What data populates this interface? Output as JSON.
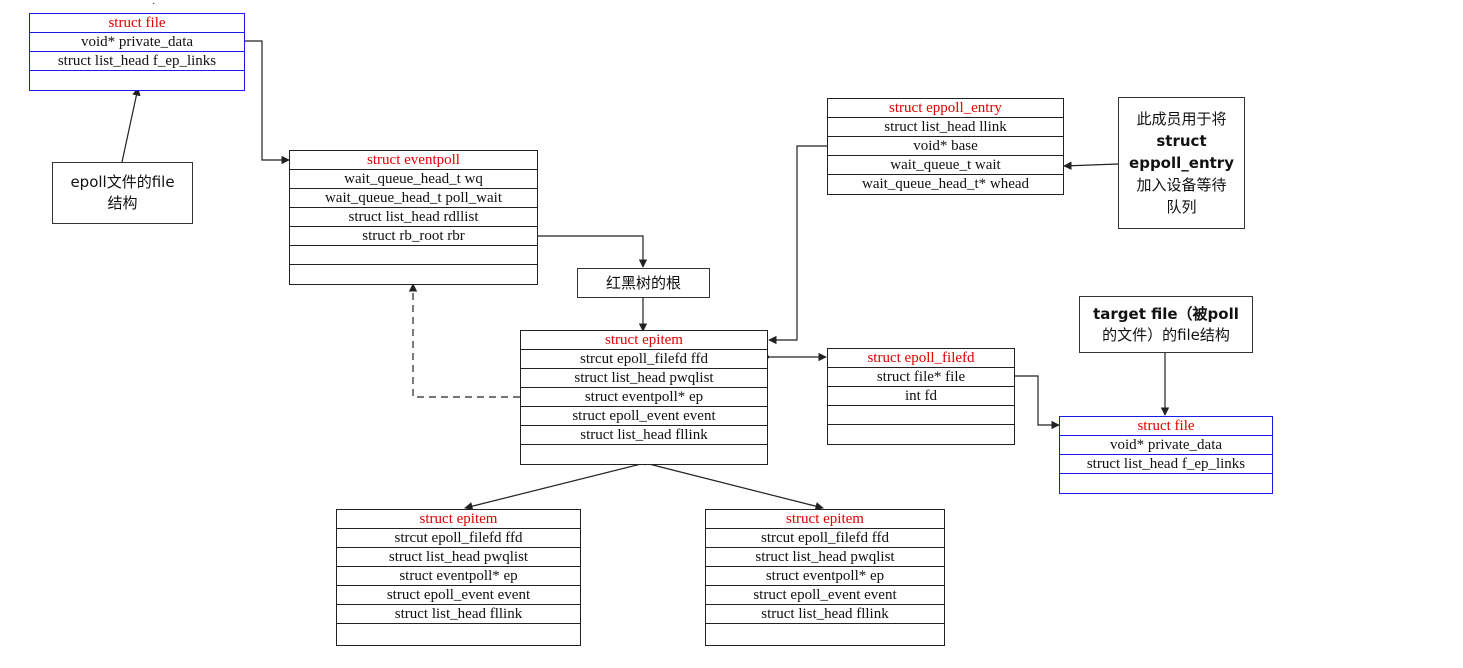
{
  "structs": {
    "file_top": {
      "rows": [
        "struct file",
        "void* private_data",
        "struct list_head f_ep_links",
        ""
      ]
    },
    "eventpoll": {
      "rows": [
        "struct eventpoll",
        "wait_queue_head_t wq",
        "wait_queue_head_t poll_wait",
        "struct list_head rdllist",
        "struct rb_root rbr",
        "",
        ""
      ]
    },
    "eppoll_entry": {
      "rows": [
        "struct eppoll_entry",
        "struct list_head llink",
        "void* base",
        "wait_queue_t wait",
        "wait_queue_head_t* whead"
      ]
    },
    "epitem_main": {
      "rows": [
        "struct epitem",
        "strcut epoll_filefd ffd",
        "struct list_head pwqlist",
        "struct eventpoll* ep",
        "struct epoll_event event",
        "struct list_head fllink",
        ""
      ]
    },
    "epoll_filefd": {
      "rows": [
        "struct epoll_filefd",
        "struct file* file",
        "int fd",
        "",
        ""
      ]
    },
    "file_target": {
      "rows": [
        "struct file",
        "void* private_data",
        "struct list_head f_ep_links",
        ""
      ]
    },
    "epitem_left": {
      "rows": [
        "struct epitem",
        "strcut epoll_filefd ffd",
        "struct list_head pwqlist",
        "struct eventpoll* ep",
        "struct epoll_event event",
        "struct list_head fllink",
        ""
      ]
    },
    "epitem_right": {
      "rows": [
        "struct epitem",
        "strcut epoll_filefd ffd",
        "struct list_head pwqlist",
        "struct eventpoll* ep",
        "struct epoll_event event",
        "struct list_head fllink",
        ""
      ]
    }
  },
  "notes": {
    "epoll_file": {
      "lines": [
        "epoll文件的file",
        "结构"
      ]
    },
    "rb_root": {
      "lines": [
        "红黑树的根"
      ]
    },
    "eppoll_entry_note": {
      "lines": [
        "此成员用于将",
        "struct",
        "eppoll_entry",
        "加入设备等待",
        "队列"
      ]
    },
    "target_file": {
      "lines": [
        "target file（被poll",
        "的文件）的file结构"
      ]
    }
  },
  "colors": {
    "title_red": "#e00000",
    "file_border_blue": "#1a1ae6",
    "line": "#222222"
  }
}
